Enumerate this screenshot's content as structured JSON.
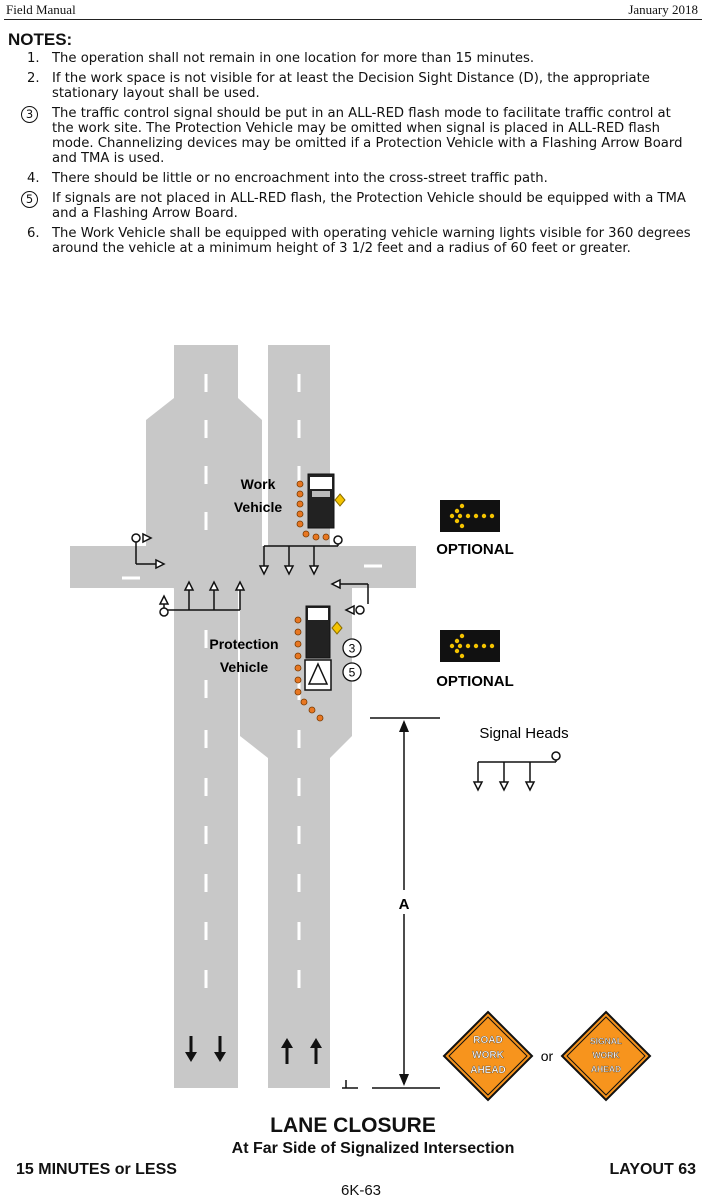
{
  "header": {
    "left": "Field Manual",
    "right": "January 2018"
  },
  "notes_title": "NOTES:",
  "notes": [
    {
      "num": "1.",
      "circled": false,
      "text": "The operation shall not remain in one location for more than 15 minutes."
    },
    {
      "num": "2.",
      "circled": false,
      "text": "If the work space is not visible for at least the Decision Sight Distance (D), the appropriate stationary layout shall be used."
    },
    {
      "num": "3",
      "circled": true,
      "text": "The traffic control signal should be put in an ALL-RED flash mode to facilitate traffic control at the work site. The Protection Vehicle may be omitted when signal is placed in ALL-RED flash mode. Channelizing devices may be omitted if a Protection Vehicle with a Flashing Arrow Board and TMA is used."
    },
    {
      "num": "4.",
      "circled": false,
      "text": "There should be little or no encroachment into the cross-street traffic path."
    },
    {
      "num": "5",
      "circled": true,
      "text": "If signals are not placed in ALL-RED flash, the Protection Vehicle should be equipped with a TMA and a Flashing Arrow Board."
    },
    {
      "num": "6.",
      "circled": false,
      "text": "The Work Vehicle shall be equipped with operating vehicle warning lights visible for 360 degrees around the vehicle at a minimum height of 3 1/2 feet and a radius of 60 feet or greater."
    }
  ],
  "diagram": {
    "work_vehicle_line1": "Work",
    "work_vehicle_line2": "Vehicle",
    "protection_vehicle_line1": "Protection",
    "protection_vehicle_line2": "Vehicle",
    "optional_1": "OPTIONAL",
    "optional_2": "OPTIONAL",
    "marker_3": "3",
    "marker_5": "5",
    "signal_heads_label": "Signal Heads",
    "distance_label": "A",
    "sign_1_line1": "ROAD",
    "sign_1_line2": "WORK",
    "sign_1_line3": "AHEAD",
    "sign_or": "or",
    "sign_2_line1": "SIGNAL",
    "sign_2_line2": "WORK",
    "sign_2_line3": "AHEAD"
  },
  "colors": {
    "road": "#c8c8c8",
    "drum": "#e87722",
    "sign": "#f7941d",
    "arrow_board": "#f5c400"
  },
  "title": {
    "main": "LANE CLOSURE",
    "sub": "At Far Side of Signalized Intersection",
    "duration": "15 MINUTES or LESS",
    "layout": "LAYOUT 63",
    "page": "6K-63"
  }
}
